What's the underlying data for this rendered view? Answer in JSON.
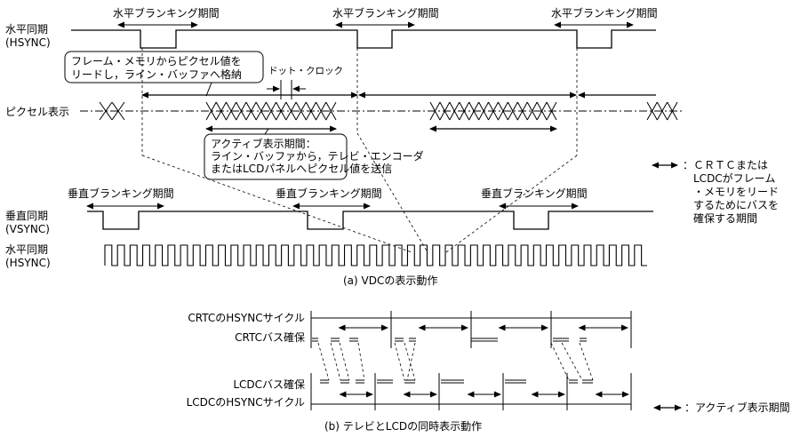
{
  "part_a": {
    "h_blank_labels": [
      "水平ブランキング期間",
      "水平ブランキング期間",
      "水平ブランキング期間"
    ],
    "hsync_label": [
      "水平同期",
      "(HSYNC)"
    ],
    "callout_fetch": [
      "フレーム・メモリからピクセル値を",
      "リードし，ライン・バッファへ格納"
    ],
    "dot_clock": "ドット・クロック",
    "pixel_display": "ピクセル表示",
    "callout_active": [
      "アクティブ表示期間：",
      "ライン・バッファから，テレビ・エンコーダ",
      "またはLCDパネルへピクセル値を送信"
    ],
    "v_blank_labels": [
      "垂直ブランキング期間",
      "垂直ブランキング期間",
      "垂直ブランキング期間"
    ],
    "vsync_label": [
      "垂直同期",
      "(VSYNC)"
    ],
    "hsync_label2": [
      "水平同期",
      "(HSYNC)"
    ],
    "legend_bus": [
      "：ＣＲＴＣまたは",
      "LCDCがフレーム",
      "・メモリをリード",
      "するためにバスを",
      "確保する期間"
    ],
    "caption": "(a)  VDCの表示動作"
  },
  "part_b": {
    "row_labels": [
      "CRTCのHSYNCサイクル",
      "CRTCバス確保",
      "LCDCバス確保",
      "LCDCのHSYNCサイクル"
    ],
    "legend_active": "：アクティブ表示期間",
    "caption": "(b)  テレビとLCDの同時表示動作"
  }
}
